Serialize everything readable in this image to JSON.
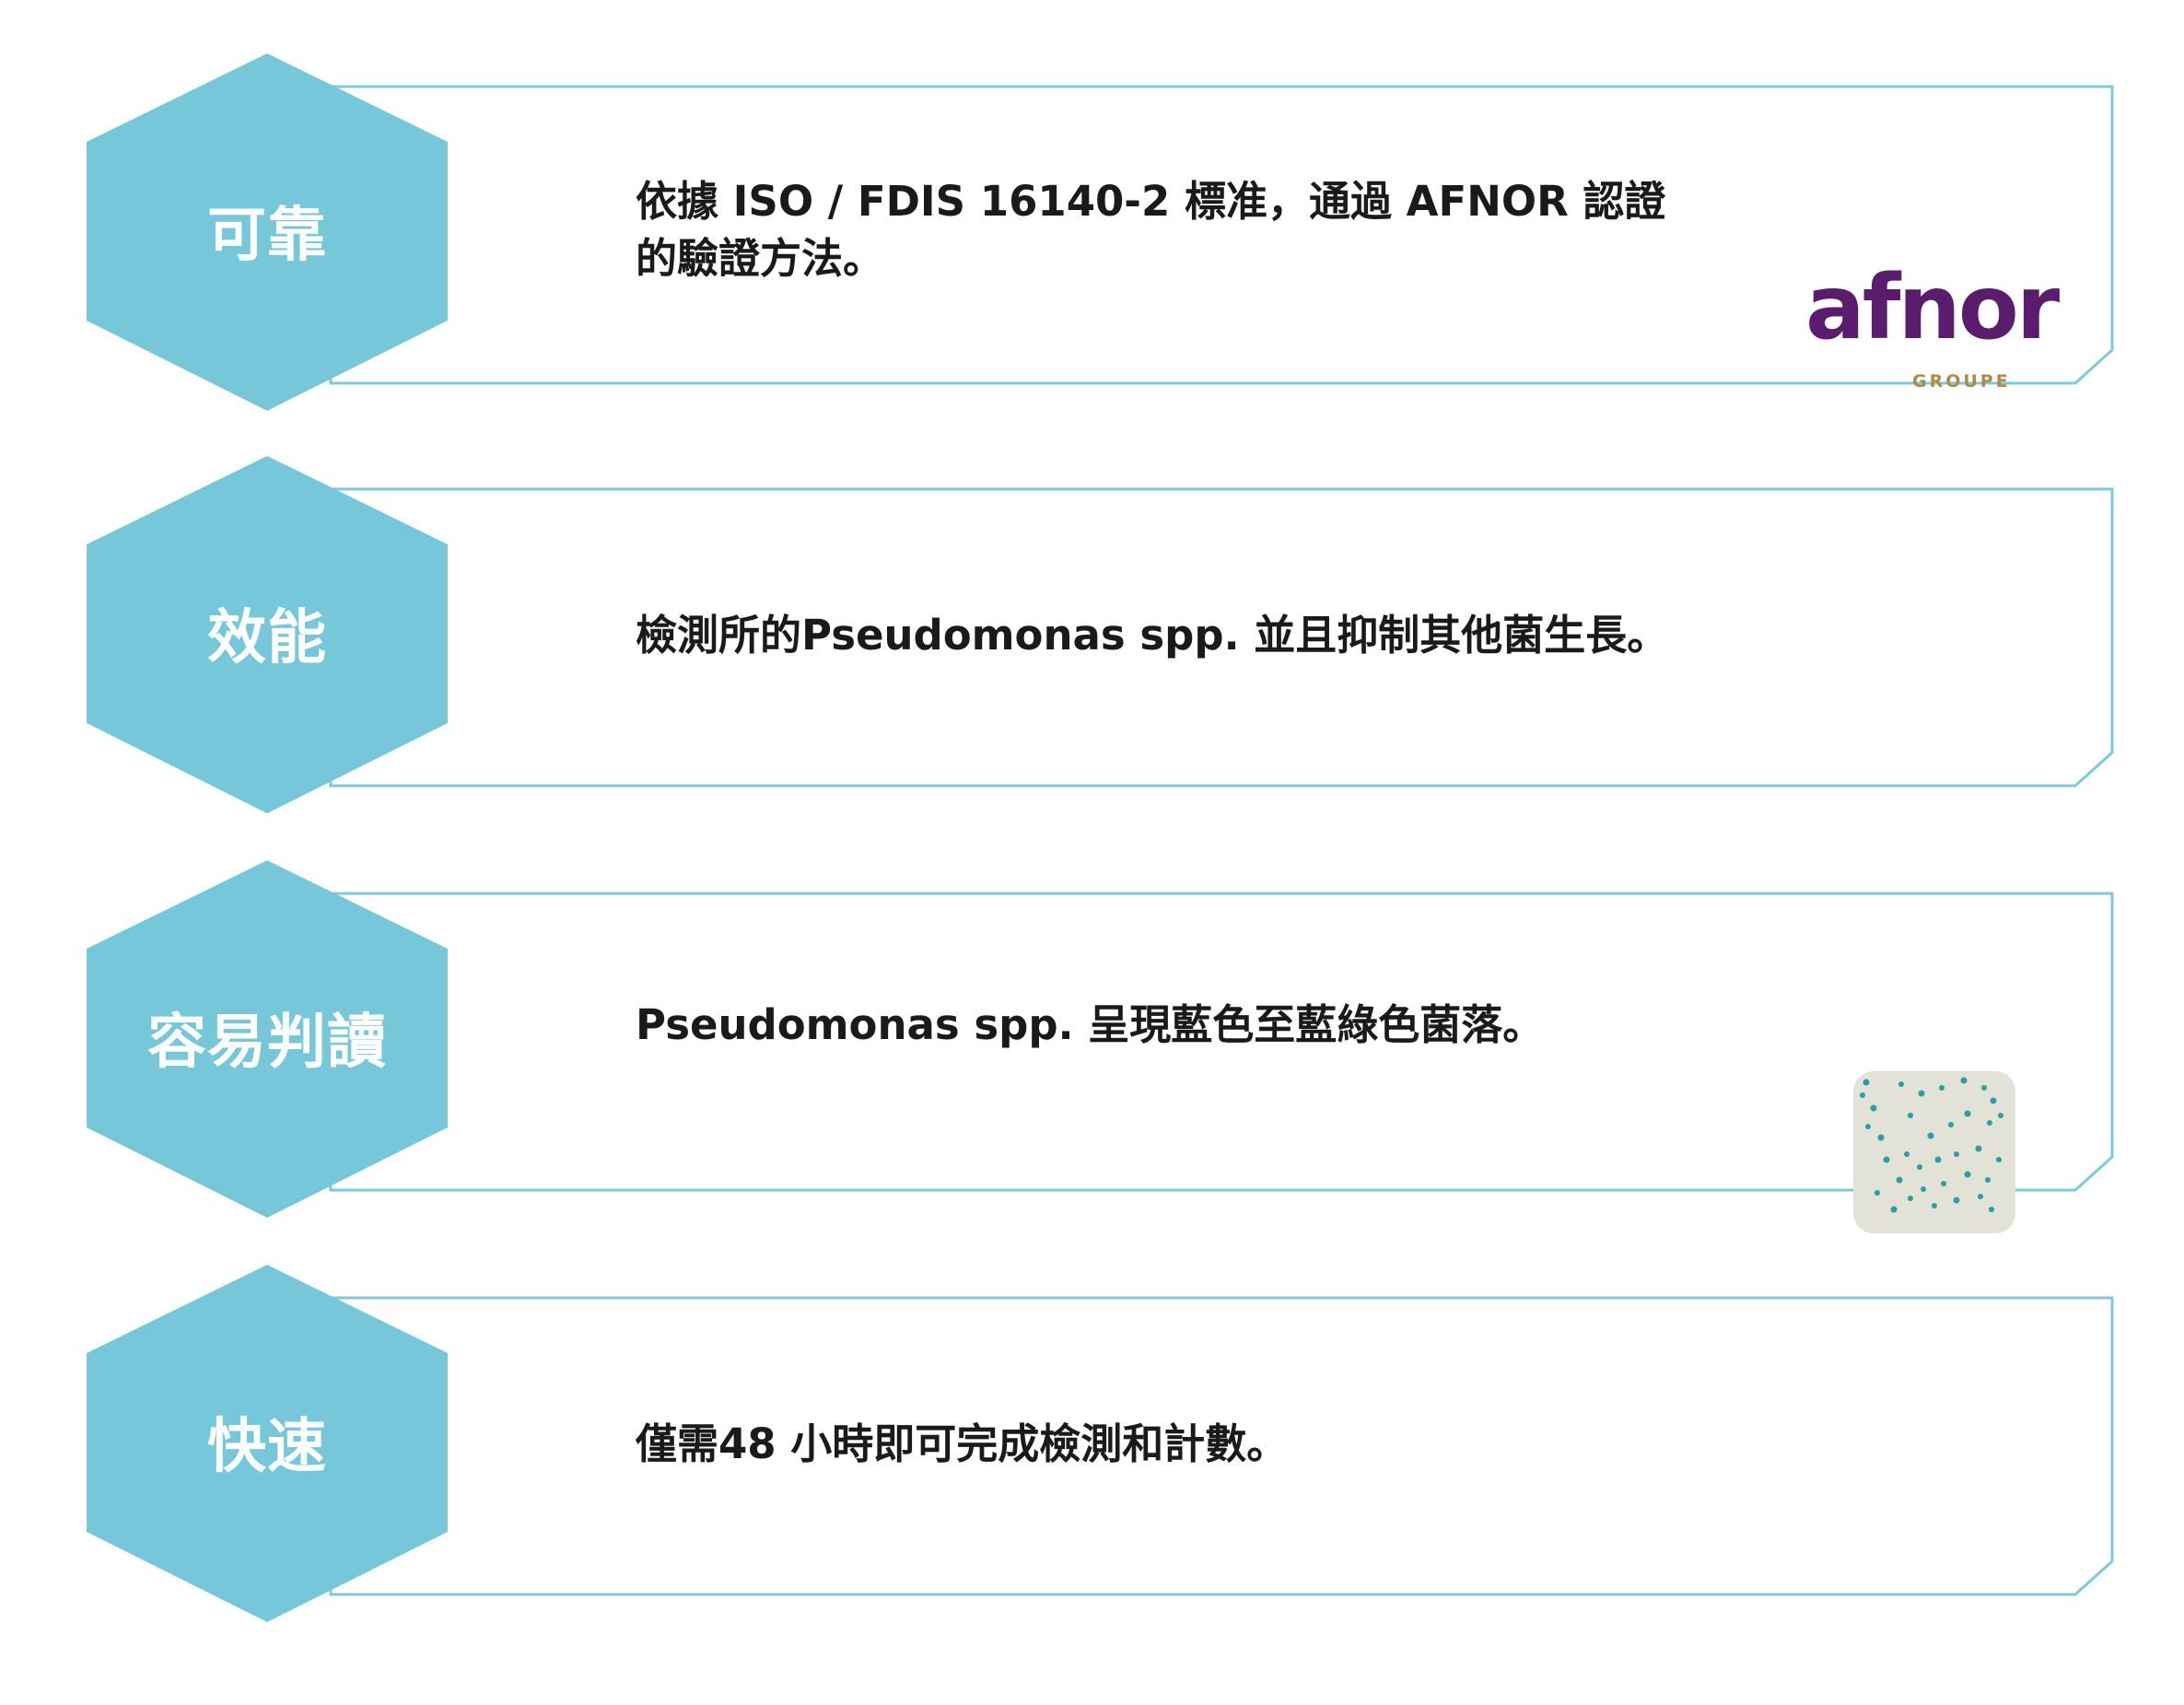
{
  "features": [
    {
      "label": "可靠",
      "lines": [
        "依據 ISO / FDIS 16140-2 標准，通過 AFNOR 認證",
        "的驗證方法。"
      ],
      "accessory": "logo"
    },
    {
      "label": "效能",
      "lines": [
        "檢測所的Pseudomonas spp. 並且抑制其他菌生長。"
      ],
      "accessory": "none"
    },
    {
      "label": "容易判讀",
      "lines": [
        "Pseudomonas spp. 呈現藍色至藍綠色菌落。"
      ],
      "accessory": "petri"
    },
    {
      "label": "快速",
      "lines": [
        "僅需48 小時即可完成檢測和計數。"
      ],
      "accessory": "none"
    }
  ],
  "logo": {
    "word": "afnor",
    "sub": "GROUPE",
    "word_color": "#5a1d6e",
    "sub_color": "#b08a47"
  },
  "colors": {
    "hexagon": "#76c8d8",
    "frame": "#7ccad9",
    "text": "#1a1a1a",
    "colony": "#2a9ea5",
    "plate": "#e3e2d7"
  }
}
